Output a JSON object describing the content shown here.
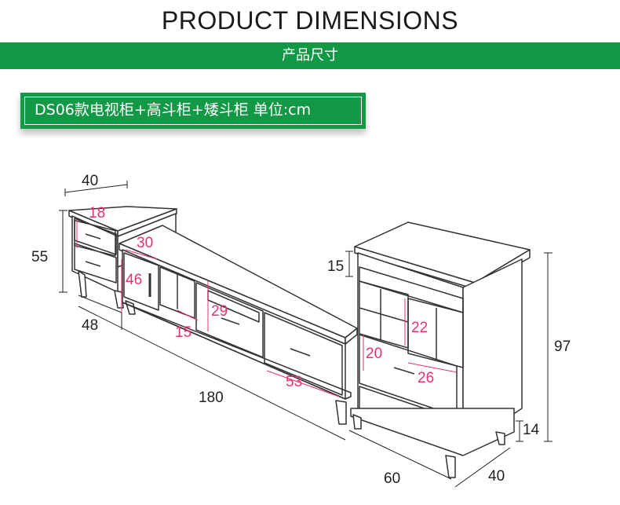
{
  "header": {
    "title": "PRODUCT DIMENSIONS",
    "subtitle": "产品尺寸"
  },
  "model_label": "DS06款电视柜+高斗柜+矮斗柜   单位:cm",
  "dimensions": {
    "low_cabinet_width": "40",
    "low_cabinet_height": "55",
    "low_cabinet_depth": "48",
    "low_drawer_width": "18",
    "tv_door_width": "30",
    "tv_door_height": "46",
    "tv_height": "15",
    "tv_drawer_height": "29",
    "tv_shelf_gap": "15",
    "tv_drawer_width": "53",
    "tv_length": "180",
    "tall_shelf": "22",
    "tall_drawer_height": "20",
    "tall_drawer_width": "26",
    "tall_height": "97",
    "tall_leg": "14",
    "tall_width": "60",
    "tall_depth": "40"
  },
  "colors": {
    "band": "#119946",
    "dimension_black": "#222222",
    "dimension_pink": "#e8336b",
    "line": "#333333"
  }
}
